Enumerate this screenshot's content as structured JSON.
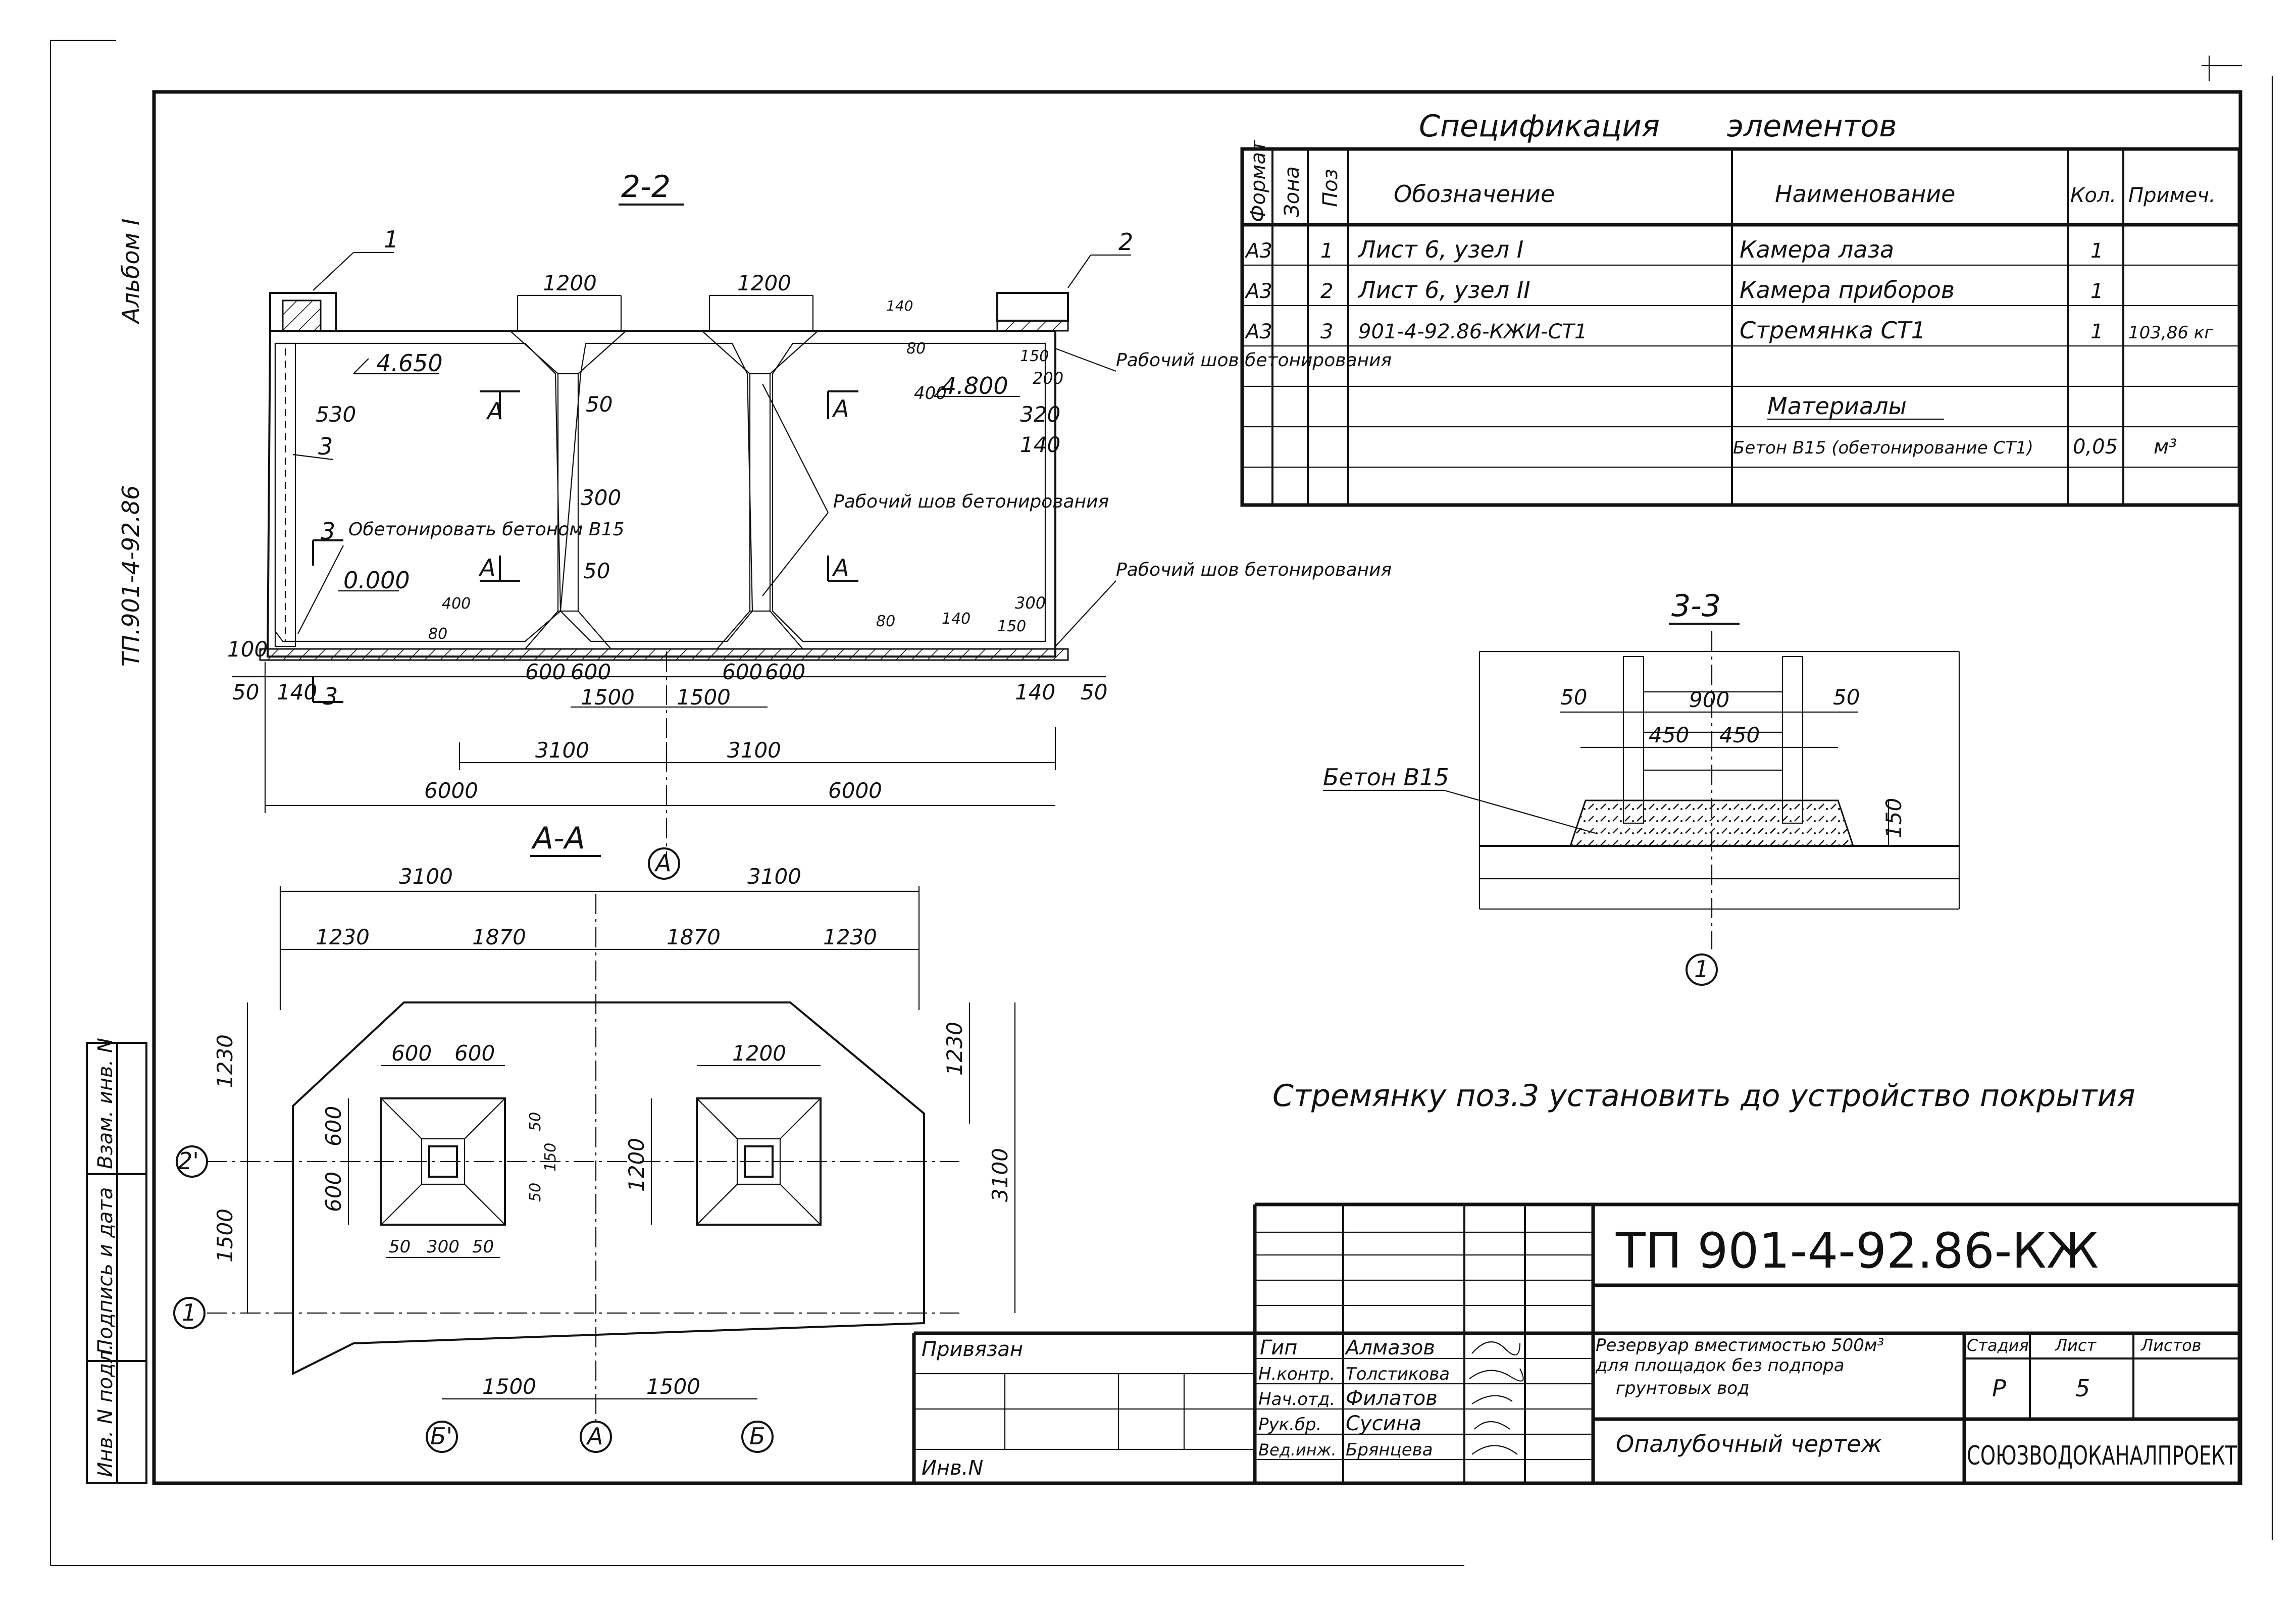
{
  "frame": {
    "album_label": "Альбом I",
    "vertical_code": "ТП.901-4-92.86",
    "left_strip": [
      "Инв. N подл.",
      "Подпись и дата",
      "Взам. инв. N"
    ]
  },
  "spec": {
    "title_left": "Спецификация",
    "title_right": "элементов",
    "headers": [
      "Формат",
      "Зона",
      "Поз",
      "Обозначение",
      "Наименование",
      "Кол.",
      "Примеч."
    ],
    "rows": [
      {
        "format": "А3",
        "zone": "",
        "pos": "1",
        "designation": "Лист 6, узел I",
        "name": "Камера лаза",
        "qty": "1",
        "note": ""
      },
      {
        "format": "А3",
        "zone": "",
        "pos": "2",
        "designation": "Лист 6, узел II",
        "name": "Камера приборов",
        "qty": "1",
        "note": ""
      },
      {
        "format": "А3",
        "zone": "",
        "pos": "3",
        "designation": "901-4-92.86-КЖИ-СТ1",
        "name": "Стремянка СТ1",
        "qty": "1",
        "note": "103,86 кг"
      }
    ],
    "materials_title": "Материалы",
    "material_row": {
      "name": "Бетон В15 (обетонирование СТ1)",
      "qty": "0,05",
      "note": "м³"
    }
  },
  "section22": {
    "title": "2-2",
    "callout_1": "1",
    "callout_2": "2",
    "callout_3": "3",
    "elev_top_left": "4.650",
    "elev_top_right": "4.800",
    "elev_bottom": "0.000",
    "joint_label_1": "Рабочий шов бетонирования",
    "joint_label_2": "Рабочий шов бетонирования",
    "joint_label_3": "Рабочий шов бетонирования",
    "concrete_note": "Обетонировать бетоном В15",
    "cut_a_left": "А",
    "cut_a_right": "А",
    "cut_3": "3",
    "dims": {
      "d1200a": "1200",
      "d1200b": "1200",
      "d140": "140",
      "d80": "80",
      "d150": "150",
      "d400": "400",
      "d200": "200",
      "d320": "320",
      "d140b": "140",
      "d530": "530",
      "d50a": "50",
      "d300": "300",
      "d50b": "50",
      "d80b": "80",
      "d400b": "400",
      "d100": "100",
      "d50l": "50",
      "d140l": "140",
      "d600a": "600",
      "d600b": "600",
      "d600c": "600",
      "d600d": "600",
      "d1500a": "1500",
      "d1500b": "1500",
      "d80c": "80",
      "d140c": "140",
      "d150b": "150",
      "d300b": "300",
      "d140r": "140",
      "d50r": "50",
      "d3100a": "3100",
      "d3100b": "3100",
      "d6000a": "6000",
      "d6000b": "6000"
    }
  },
  "sectionAA": {
    "title": "А-А",
    "axis_a_top": "А",
    "dims": {
      "t3100a": "3100",
      "t3100b": "3100",
      "t1230a": "1230",
      "t1870a": "1870",
      "t1870b": "1870",
      "t1230b": "1230",
      "l1230": "1230",
      "l1500": "1500",
      "r1230": "1230",
      "r3100": "3100",
      "s600a": "600",
      "s600b": "600",
      "s600c": "600",
      "s600d": "600",
      "s50a": "50",
      "s150": "150",
      "s50b": "50",
      "s50c": "50",
      "s300": "300",
      "s50d": "50",
      "c1200": "1200",
      "c1200v": "1200",
      "b1500a": "1500",
      "b1500b": "1500"
    },
    "axes": {
      "ax2": "2'",
      "ax1": "1",
      "axb1": "Б'",
      "axa": "А",
      "axb": "Б"
    }
  },
  "section33": {
    "title": "3-3",
    "concrete": "Бетон В15",
    "axis": "1",
    "dims": {
      "d50l": "50",
      "d900": "900",
      "d50r": "50",
      "d450a": "450",
      "d450b": "450",
      "d150": "150"
    }
  },
  "note": "Стремянку поз.3 установить до устройство покрытия",
  "stamp": {
    "code": "ТП 901-4-92.86-КЖ",
    "privyazan": "Привязан",
    "inv": "Инв.N",
    "people": [
      {
        "role": "Гип",
        "name": "Алмазов"
      },
      {
        "role": "Н.контр.",
        "name": "Толстикова"
      },
      {
        "role": "Нач.отд.",
        "name": "Филатов"
      },
      {
        "role": "Рук.бр.",
        "name": "Сусина"
      },
      {
        "role": "Вед.инж.",
        "name": "Брянцева"
      }
    ],
    "object": "Резервуар вместимостью 500м³ для площадок без подпора грунтовых вод",
    "object_l1": "Резервуар вместимостью 500м³",
    "object_l2": "для площадок без подпора",
    "object_l3": "грунтовых вод",
    "drawing": "Опалубочный чертеж",
    "stage_h": "Стадия",
    "sheet_h": "Лист",
    "sheets_h": "Листов",
    "stage": "Р",
    "sheet": "5",
    "sheets": "",
    "org": "СОЮЗВОДОКАНАЛПРОЕКТ"
  }
}
